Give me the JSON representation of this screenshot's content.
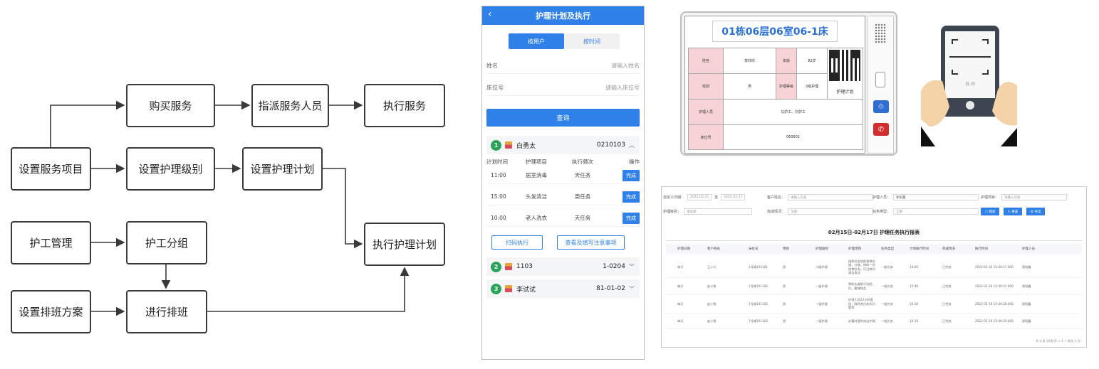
{
  "flowchart": {
    "nodes": {
      "service_items": "设置服务项目",
      "buy_service": "购买服务",
      "assign_staff": "指派服务人员",
      "exec_service": "执行服务",
      "care_level": "设置护理级别",
      "care_plan": "设置护理计划",
      "exec_care_plan": "执行护理计划",
      "caregiver_mgmt": "护工管理",
      "caregiver_group": "护工分组",
      "schedule_scheme": "设置排班方案",
      "do_schedule": "进行排班"
    }
  },
  "phone": {
    "title": "护理计划及执行",
    "back_icon": "chevron-left-icon",
    "tabs": [
      "按用户",
      "按时间"
    ],
    "active_tab": 0,
    "name_label": "姓名",
    "name_placeholder": "请输入姓名",
    "bed_label": "床位号",
    "bed_placeholder": "请输入床位号",
    "query_label": "查询",
    "table_headers": [
      "计划时间",
      "护理项目",
      "执行频次",
      "操作"
    ],
    "groups": [
      {
        "num": "1",
        "name": "白勇太",
        "code": "0210103",
        "expanded": true,
        "rows": [
          {
            "time": "11:00",
            "item": "居室消毒",
            "freq": "天任务",
            "action": "完成"
          },
          {
            "time": "15:00",
            "item": "头发清洁",
            "freq": "周任务",
            "action": "完成"
          },
          {
            "time": "10:00",
            "item": "老人洗衣",
            "freq": "天任务",
            "action": "完成"
          }
        ],
        "scan_label": "扫码执行",
        "notes_label": "查看及填写注意事项"
      },
      {
        "num": "2",
        "name": "1103",
        "code": "1-0204",
        "expanded": false
      },
      {
        "num": "3",
        "name": "李试试",
        "code": "81-01-02",
        "expanded": false
      }
    ],
    "accent": "#2f81e9",
    "badge_color": "#29a35a"
  },
  "device": {
    "title": "01栋06层06室06-1床",
    "cells": {
      "name_label": "姓名",
      "name_value": "李欣欣",
      "age_label": "年龄",
      "age_value": "82岁",
      "gender_label": "性别",
      "gender_value": "男",
      "level_label": "护理等级",
      "level_value": "3级护理",
      "caregiver_label": "护理人员",
      "caregiver_value": "马护工、刘护工",
      "bed_label": "床位号",
      "bed_value": "060601",
      "plan_label": "护理计划"
    },
    "title_color": "#2a6fd6"
  },
  "report": {
    "filters": {
      "date_label": "自定义日期：",
      "date_from": "2022-02-15",
      "date_to_sep": "至",
      "date_to": "2022-02-17",
      "customer_label": "客户姓名：",
      "customer_placeholder": "请输入内容",
      "caregiver_label": "护理人员：",
      "caregiver_value": "郭阳鑫",
      "item_label": "护理项目：",
      "item_placeholder": "请输入内容",
      "level_label": "护理级别：",
      "level_value": "请选择",
      "status_label": "完成情况：",
      "status_value": "全部",
      "task_label": "任务类型：",
      "task_value": "全部"
    },
    "buttons": [
      "☐ 搜索",
      "↻ 重置",
      "⚙ 导出"
    ],
    "title": "02月15日-02月17日 护理任务执行报表",
    "headers": [
      "护理日期",
      "客户姓名",
      "床位号",
      "性别",
      "护理级别",
      "护理项目",
      "任务类型",
      "计划执行时间",
      "完成情况",
      "执行时间",
      "护理人员"
    ],
    "rows": [
      [
        "每天",
        "王小二",
        "1号楼101101",
        "男",
        "二级护理",
        "按照任务协助更换衣服，分餐，按时一对陪食饮用，打扫房间清洁保洁",
        "一般任务",
        "10:00",
        "已完成",
        "2022-02-16 15:40:17.000",
        "郭阳鑫"
      ],
      [
        "每天",
        "赵小兔",
        "1号楼101102",
        "男",
        "一级护理",
        "帮助长者刷牙洗脸，后，搬移物品",
        "一般任务",
        "15:30",
        "已完成",
        "2022-02-16 15:40:31.000",
        "郭阳鑫"
      ],
      [
        "每天",
        "赵小兔",
        "1号楼101102",
        "男",
        "一级护理",
        "护理人员24小时值班，随时关注老年问题等",
        "一般任务",
        "10:10",
        "已完成",
        "2022-02-16 15:40:28.000",
        "郭阳鑫"
      ],
      [
        "每天",
        "赵小兔",
        "1号楼101102",
        "男",
        "一级护理",
        "必要时提供床边护理",
        "一般任务",
        "10:10",
        "已完成",
        "2022-02-16 15:40:20.000",
        "郭阳鑫"
      ]
    ],
    "footer": "共 4 条   10条/页   <  1  >   前往  1  页"
  }
}
